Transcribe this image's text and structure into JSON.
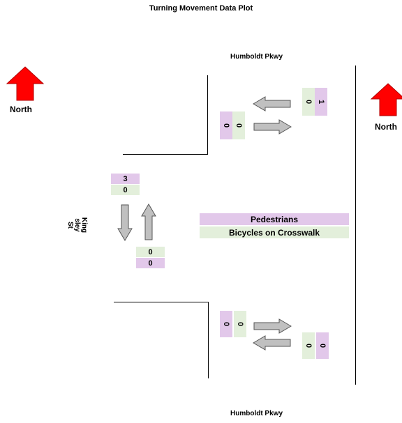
{
  "title": "Turning Movement Data Plot",
  "streets": {
    "top": "Humboldt Pkwy",
    "bottom": "Humboldt Pkwy",
    "left_lines": [
      "King",
      "sley",
      "St"
    ]
  },
  "north": {
    "left_label": "North",
    "right_label": "North",
    "color": "#ff0000"
  },
  "legend": {
    "pedestrians": "Pedestrians",
    "bicycles": "Bicycles on Crosswalk",
    "pedestrian_color": "#e2c8ea",
    "bicycle_color": "#e3efdb"
  },
  "counts": {
    "north_right": {
      "bicycles": "0",
      "pedestrians": "1"
    },
    "north_left": {
      "pedestrians": "0",
      "bicycles": "0"
    },
    "west_top": {
      "pedestrians": "3",
      "bicycles": "0"
    },
    "west_bottom": {
      "bicycles": "0",
      "pedestrians": "0"
    },
    "south_left": {
      "pedestrians": "0",
      "bicycles": "0"
    },
    "south_right": {
      "bicycles": "0",
      "pedestrians": "0"
    }
  },
  "arrow_color": "#c0c0c0"
}
